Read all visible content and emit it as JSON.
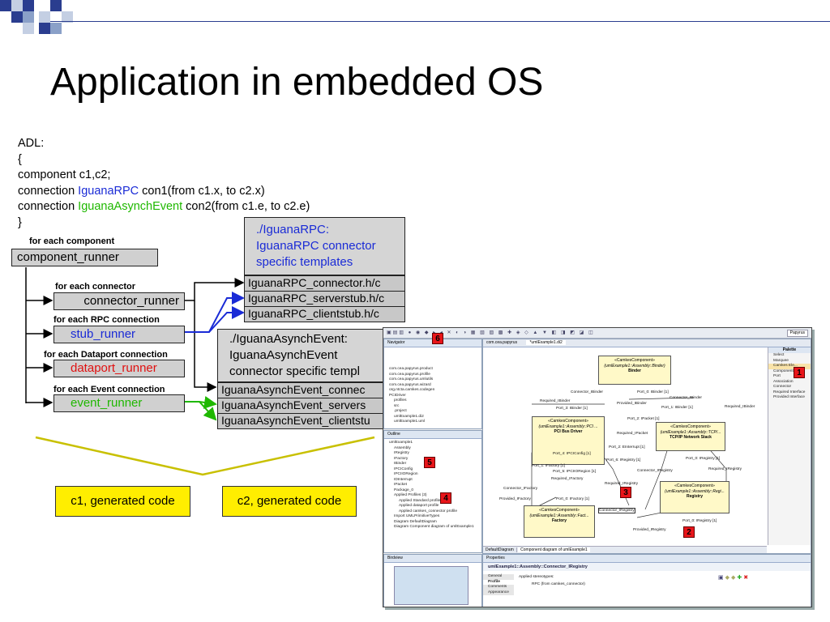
{
  "slide": {
    "title": "Application in embedded OS",
    "accent_colors": [
      "#2a3d8f",
      "#8aa0c8",
      "#c4cfe3"
    ]
  },
  "adl": {
    "line1": "ADL:",
    "line2": "{",
    "line3": "component c1,c2;",
    "line4_pre": "connection ",
    "line4_hl": "IguanaRPC",
    "line4_post": " con1(from c1.x, to c2.x)",
    "line5_pre": "connection ",
    "line5_hl": "IguanaAsynchEvent",
    "line5_post": " con2(from c1.e, to c2.e)",
    "line6": "}"
  },
  "runners": {
    "component_header": "for each component",
    "component": "component_runner",
    "connector_header": "for each connector",
    "connector": "connector_runner",
    "rpc_header": "for each RPC connection",
    "stub": "stub_runner",
    "dataport_header": "for each Dataport connection",
    "dataport": "dataport_runner",
    "event_header": "for each Event connection",
    "event": "event_runner"
  },
  "templates": {
    "rpc_title": "./IguanaRPC:\nIguanaRPC connector\nspecific templates",
    "rpc_files": [
      "IguanaRPC_connector.h/c",
      "IguanaRPC_serverstub.h/c",
      "IguanaRPC_clientstub.h/c"
    ],
    "async_title": "./IguanaAsynchEvent:\nIguanaAsynchEvent\nconnector specific templ",
    "async_files": [
      "IguanaAsynchEvent_connec",
      "IguanaAsynchEvent_servers",
      "IguanaAsynchEvent_clientstu"
    ]
  },
  "generated": {
    "c1": "c1, generated code",
    "c2": "c2, generated code"
  },
  "ide": {
    "navigator_title": "Navigator",
    "navigator_items": [
      "com.cea.papyrus.product",
      "com.cea.papyrus.profile",
      "com.cea.papyrus.umlutils",
      "com.cea.papyrus.wizard",
      "org.ntcta.camkes.codegen",
      "PCIDriver",
      "profiles",
      "src",
      ".project",
      "umlExample1.di2",
      "umlExample1.uml"
    ],
    "editor_tabs": [
      "com.cea.papyrus",
      "*umlExample1.di2"
    ],
    "outline_title": "Outline",
    "outline_items": [
      "umlExample1",
      "Assembly",
      "IRegistry",
      "IFactory",
      "IBinder",
      "IPCIConfig",
      "IPCIIORegion",
      "IDInterrupt",
      "IPacket",
      "Package_0",
      "Applied Profiles (3)",
      "Applied Standard profile",
      "Applied dataport profile",
      "Applied camkes_connector profile",
      "Import UMLPrimitiveTypes",
      "Diagram DefaultDiagram",
      "Diagram Component diagram of umlExample1"
    ],
    "birdview_title": "Birdview",
    "palette_title": "Palette",
    "palette_items": [
      "Select",
      "Marquee",
      "Camkes Ele...",
      "Component",
      "Port",
      "Association",
      "Connector",
      "Required Interface",
      "Provided Interface"
    ],
    "perspective": "Papyrus",
    "diagram_tabs": [
      "DefaultDiagram",
      "Component diagram of umlExample1"
    ],
    "properties_title": "Properties",
    "properties_path": "umlExample1::Assembly::Connector_IRegistry",
    "properties_tabs": [
      "General",
      "Profile",
      "Comments",
      "Appearance"
    ],
    "applied_stereotypes_label": "Applied stereotypes:",
    "stereotype_value": "RPC   (from camkes_connector)",
    "components": [
      {
        "stereo": "«CamkesComponent»",
        "path": "(umlExample1::Assembly::Binder)",
        "name": "Binder"
      },
      {
        "stereo": "«CamkesComponent»",
        "path": "(umlExample1::Assembly::PCI ...",
        "name": "PCI Bus Driver"
      },
      {
        "stereo": "«CamkesComponent»",
        "path": "(umlExample1::Assembly::TCP/...",
        "name": "TCP/IP Network Stack"
      },
      {
        "stereo": "«CamkesComponent»",
        "path": "(umlExample1::Assembly::Fact...",
        "name": "Factory"
      },
      {
        "stereo": "«CamkesComponent»",
        "path": "(umlExample1::Assembly::Regi...",
        "name": "Registry"
      }
    ],
    "diagram_labels": [
      "Connector_IBinder",
      "Port_0: IBinder [1]",
      "Connector_IBinder",
      "Required_IBinder",
      "Provided_IBinder",
      "Port_1: IBinder [1]",
      "Required_IBinder",
      "Port_3: IBinder [1]",
      "Port_2: IPacket [1]",
      "Required_IPacket",
      "Port_2: EInterrupt [1]",
      "Port_4: IPCIConfig [1]",
      "Port_6: IRegistry [1]",
      "Port_0: IRegistry [1]",
      "Port_1: IFactory [1]",
      "Required_IFactory",
      "Port_5: IPCIIORegion [1]",
      "Connector_IRegistry",
      "Required_IRegistry",
      "Connector_IFactory",
      "Required_IRegistry",
      "Provided_IFactory",
      "Port_0: IFactory [1]",
      "Connector_IRegistry",
      "Port_0: IRegistry [1]",
      "Provided_IRegistry"
    ],
    "badges": [
      "1",
      "2",
      "3",
      "4",
      "5",
      "6"
    ]
  }
}
